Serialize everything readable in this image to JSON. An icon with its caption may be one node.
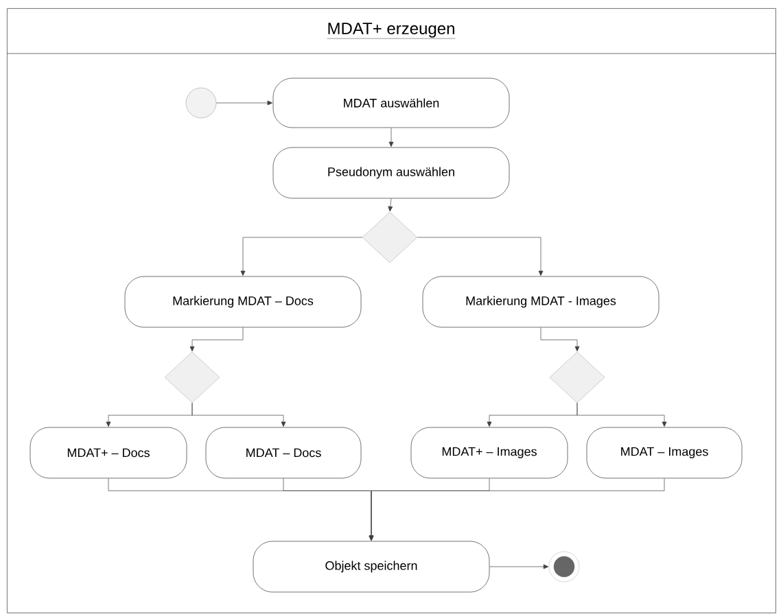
{
  "diagram": {
    "nodes": [
      {
        "text": [
          "MDAT+ erzeugen"
        ]
      },
      {
        "text": [],
        "shape": "circle",
        "in": 0
      },
      {
        "text": [
          "MDAT auswählen"
        ],
        "in": 0
      },
      {
        "text": [
          "Pseudonym auswählen"
        ],
        "in": 0
      },
      {
        "text": [],
        "shape": "diamond",
        "in": 0
      },
      {
        "text": [
          "Markierung MDAT – Docs"
        ],
        "in": 0
      },
      {
        "text": [
          "Markierung MDAT - Images"
        ],
        "in": 0
      },
      {
        "text": [],
        "shape": "diamond",
        "in": 0
      },
      {
        "text": [],
        "shape": "diamond",
        "in": 0
      },
      {
        "text": [
          "MDAT+ – Docs"
        ],
        "in": 0
      },
      {
        "text": [
          "MDAT – Docs"
        ],
        "in": 0
      },
      {
        "text": [
          "MDAT+ – Images"
        ],
        "in": 0
      },
      {
        "text": [
          "MDAT – Images"
        ],
        "in": 0
      },
      {
        "text": [
          "Objekt speichern"
        ],
        "in": 0
      },
      {
        "text": [],
        "shape": "circle",
        "in": 0
      }
    ],
    "edges": [
      {
        "from": 1,
        "to": 2,
        "arrow": "to"
      },
      {
        "from": 2,
        "to": 3,
        "arrow": "to"
      },
      {
        "from": 3,
        "to": 4,
        "arrow": "to"
      },
      {
        "from": 4,
        "to": 5,
        "arrow": "to"
      },
      {
        "from": 4,
        "to": 6,
        "arrow": "to"
      },
      {
        "from": 5,
        "to": 7,
        "arrow": "to"
      },
      {
        "from": 6,
        "to": 8,
        "arrow": "to"
      },
      {
        "from": 7,
        "to": 9,
        "arrow": "to"
      },
      {
        "from": 7,
        "to": 10,
        "arrow": "to"
      },
      {
        "from": 8,
        "to": 11,
        "arrow": "to"
      },
      {
        "from": 8,
        "to": 12,
        "arrow": "to"
      },
      {
        "from": 9,
        "to": 13,
        "arrow": "to"
      },
      {
        "from": 10,
        "to": 13,
        "arrow": "to"
      },
      {
        "from": 11,
        "to": 13,
        "arrow": "to"
      },
      {
        "from": 12,
        "to": 13,
        "arrow": "to"
      },
      {
        "from": 13,
        "to": 14,
        "arrow": "to"
      }
    ]
  }
}
